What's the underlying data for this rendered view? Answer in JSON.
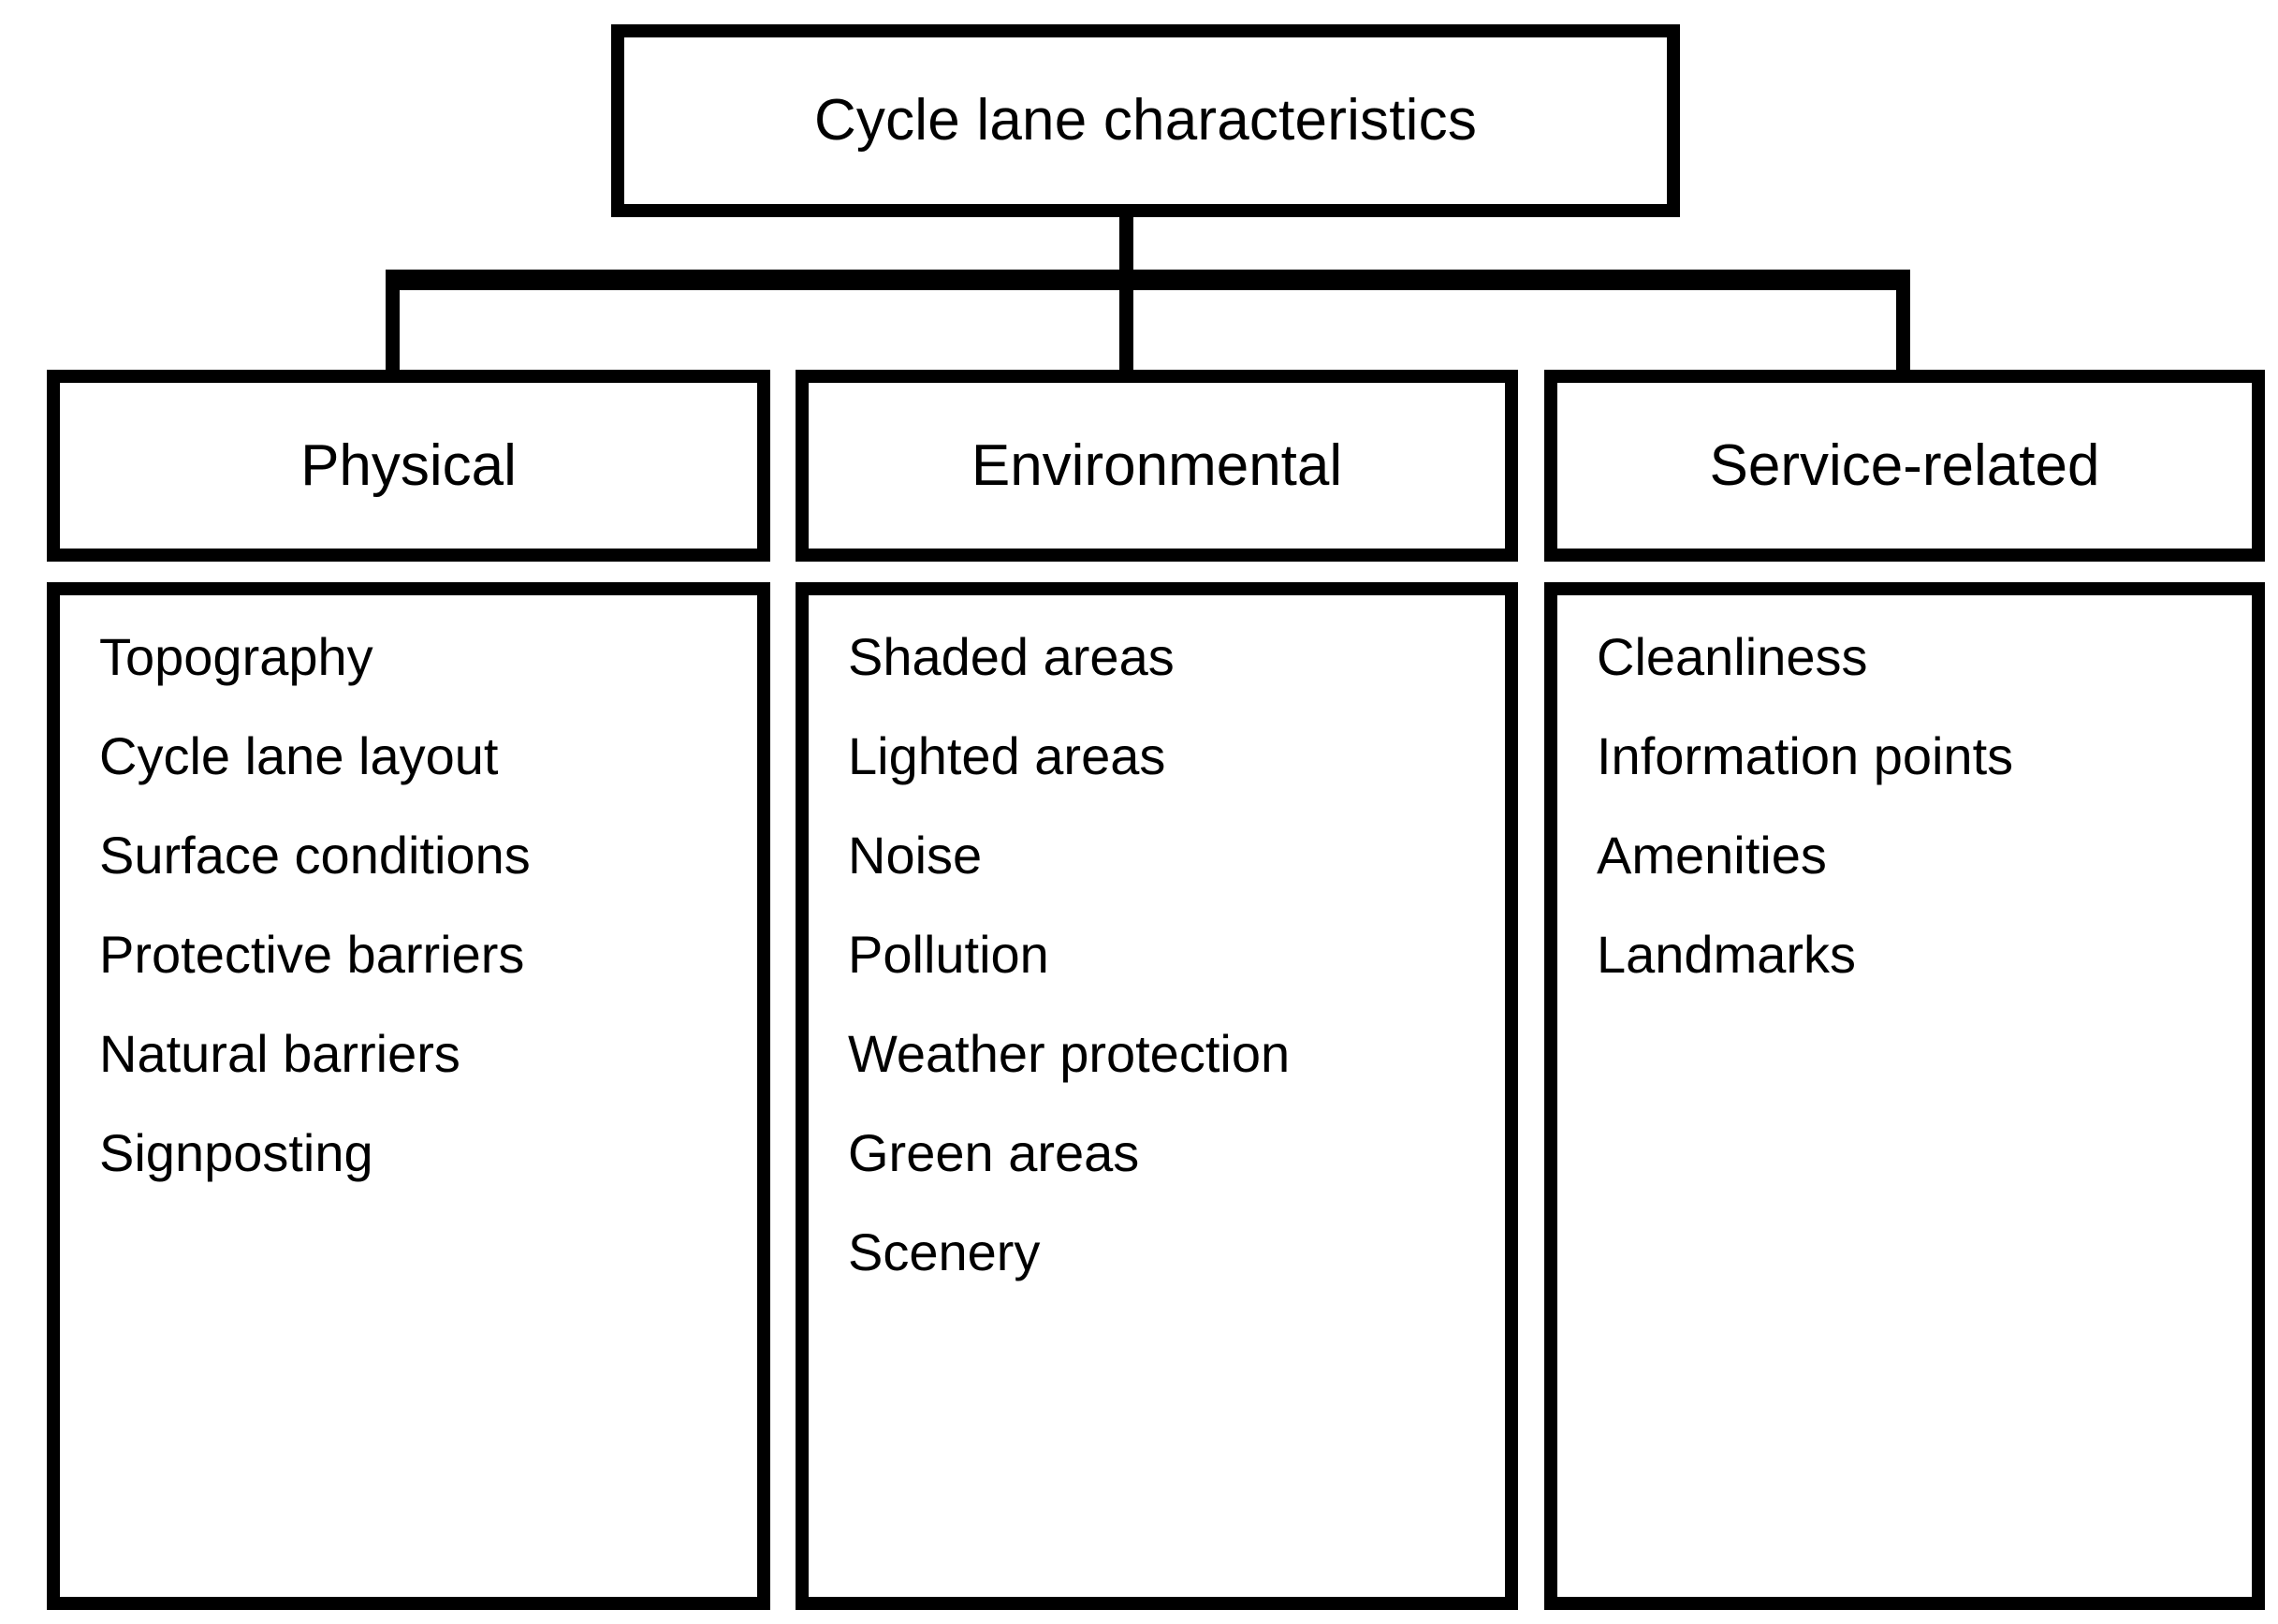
{
  "diagram": {
    "root": {
      "label": "Cycle lane characteristics"
    },
    "categories": [
      {
        "label": "Physical",
        "items": [
          "Topography",
          "Cycle lane layout",
          "Surface conditions",
          "Protective barriers",
          "Natural barriers",
          "Signposting"
        ]
      },
      {
        "label": "Environmental",
        "items": [
          "Shaded areas",
          "Lighted areas",
          "Noise",
          "Pollution",
          "Weather protection",
          "Green areas",
          "Scenery"
        ]
      },
      {
        "label": "Service-related",
        "items": [
          "Cleanliness",
          "Information points",
          "Amenities",
          "Landmarks"
        ]
      }
    ],
    "colors": {
      "line": "#000000",
      "text": "#000000",
      "background": "#ffffff"
    }
  }
}
